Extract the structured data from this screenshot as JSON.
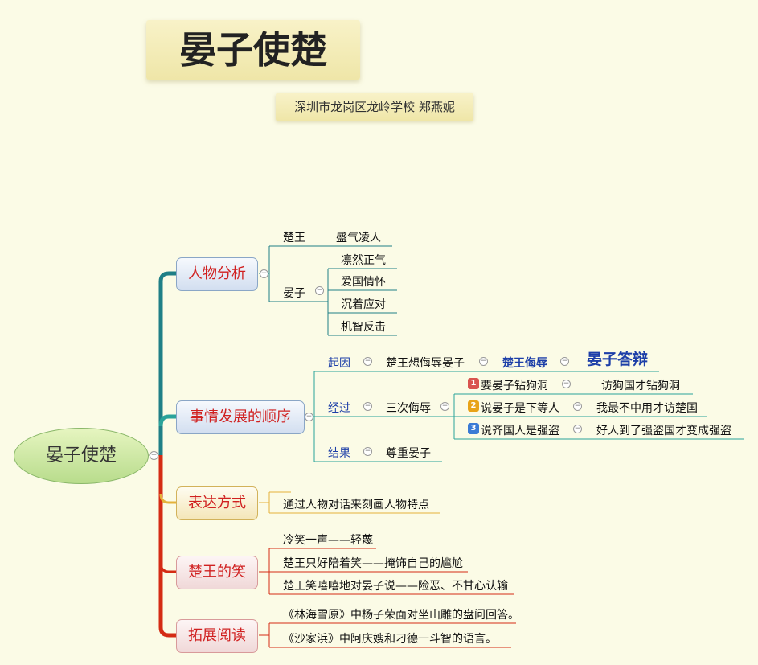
{
  "title": "晏子使楚",
  "subtitle": "深圳市龙岗区龙岭学校  郑燕妮",
  "root": "晏子使楚",
  "branches": {
    "characters": {
      "label": "人物分析",
      "king": "楚王",
      "king_trait": "盛气凌人",
      "yanzi": "晏子",
      "yanzi_traits": [
        "凛然正气",
        "爱国情怀",
        "沉着应对",
        "机智反击"
      ]
    },
    "sequence": {
      "label": "事情发展的顺序",
      "cause_label": "起因",
      "cause": "楚王想侮辱晏子",
      "cause_next": "楚王侮辱",
      "cause_final": "晏子答辩",
      "process_label": "经过",
      "process": "三次侮辱",
      "insults": [
        {
          "num": "1",
          "text": "要晏子钻狗洞",
          "reply": "访狗国才钻狗洞"
        },
        {
          "num": "2",
          "text": "说晏子是下等人",
          "reply": "我最不中用才访楚国"
        },
        {
          "num": "3",
          "text": "说齐国人是强盗",
          "reply": "好人到了强盗国才变成强盗"
        }
      ],
      "result_label": "结果",
      "result": "尊重晏子"
    },
    "expression": {
      "label": "表达方式",
      "text": "通过人物对话来刻画人物特点"
    },
    "laugh": {
      "label": "楚王的笑",
      "items": [
        "冷笑一声——轻蔑",
        "楚王只好陪着笑——掩饰自己的尴尬",
        "楚王笑嘻嘻地对晏子说——险恶、不甘心认输"
      ]
    },
    "reading": {
      "label": "拓展阅读",
      "items": [
        "《林海雪原》中杨子荣面对坐山雕的盘问回答。",
        "《沙家浜》中阿庆嫂和刁德一斗智的语言。"
      ]
    }
  },
  "colors": {
    "teal": "#1f7f86",
    "teal_light": "#2aa39a",
    "red": "#d42b14",
    "branch_text": "#d02020",
    "blue_text": "#1c3ea8",
    "badge1": "#d9534f",
    "badge2": "#e8a317",
    "badge3": "#3a7bd5"
  }
}
